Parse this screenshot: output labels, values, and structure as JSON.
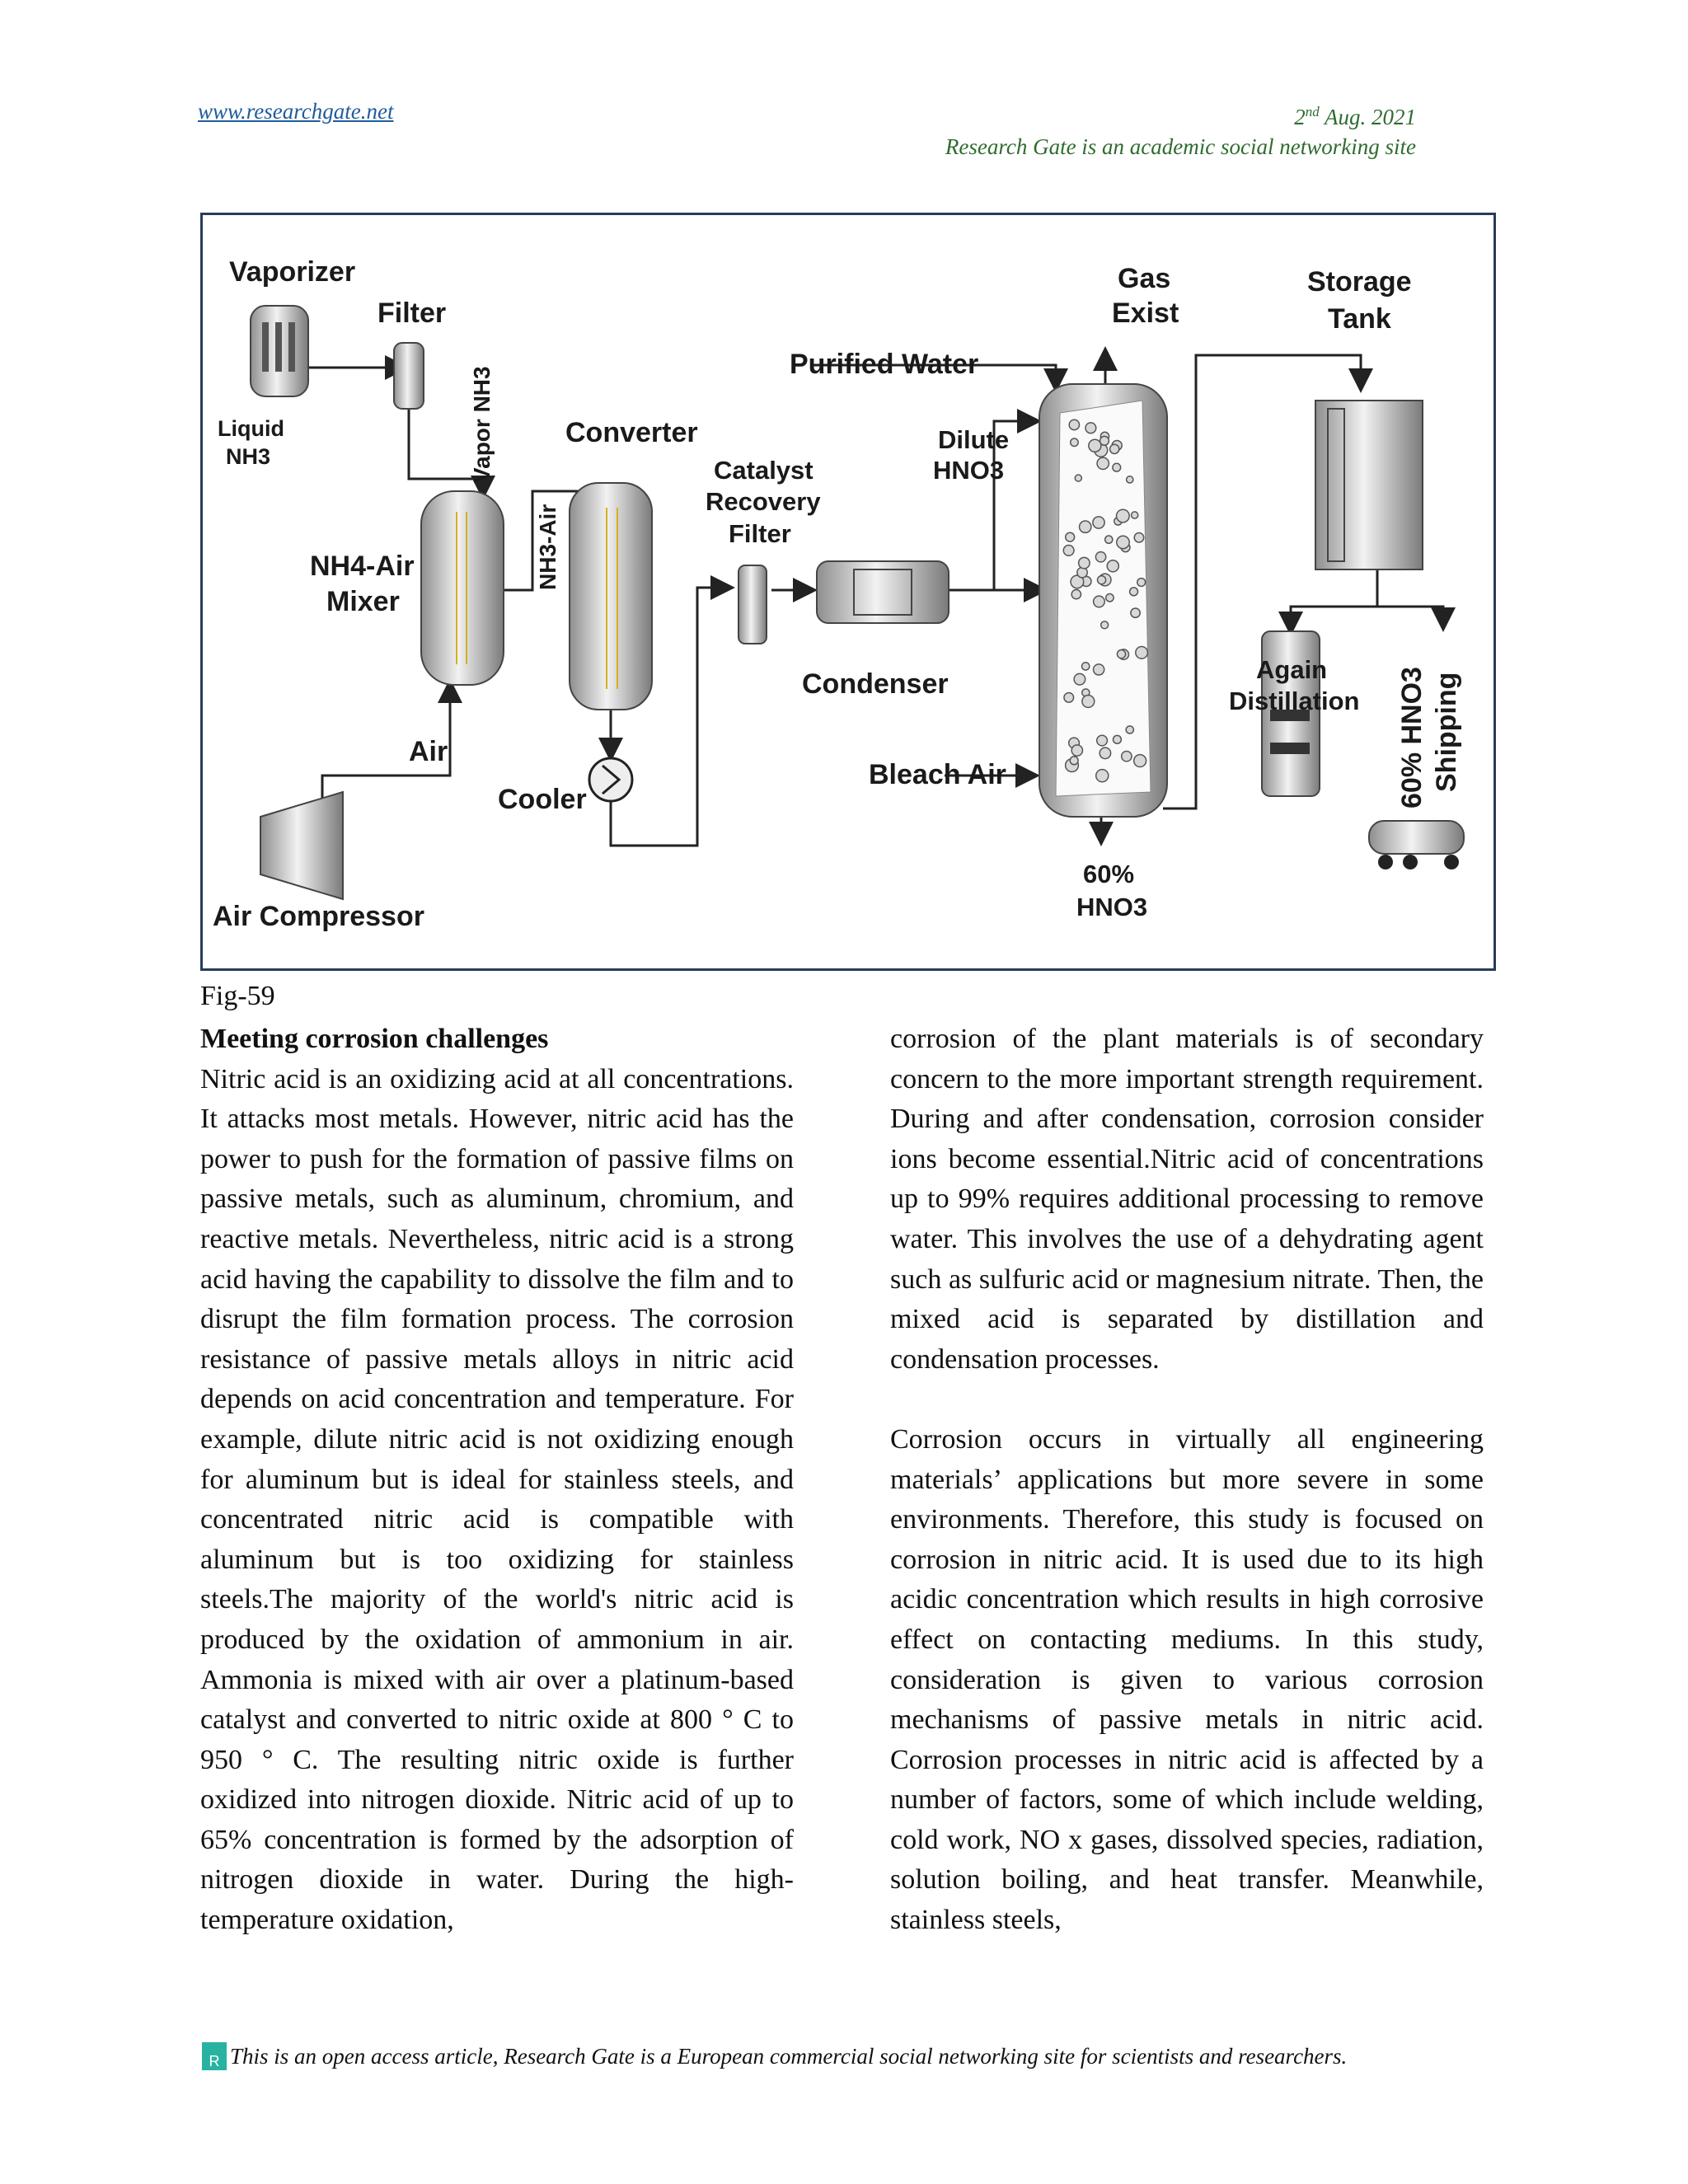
{
  "header": {
    "site": "www.researchgate.net",
    "date_day": "2",
    "date_suffix": "nd",
    "date_rest": " Aug. 2021",
    "tagline": "Research Gate is an academic social networking site"
  },
  "figure": {
    "caption": "Fig-59",
    "labels": {
      "vaporizer": "Vaporizer",
      "filter": "Filter",
      "liquid_nh3_1": "Liquid",
      "liquid_nh3_2": "NH3",
      "vapor_nh3": "Vapor NH3",
      "mixer_1": "NH4-Air",
      "mixer_2": "Mixer",
      "nh3_air": "NH3-Air",
      "converter": "Converter",
      "catalyst_1": "Catalyst",
      "catalyst_2": "Recovery",
      "catalyst_3": "Filter",
      "purified_water": "Purified Water",
      "dilute_1": "Dilute",
      "dilute_2": "HNO3",
      "gas_1": "Gas",
      "gas_2": "Exist",
      "storage_1": "Storage",
      "storage_2": "Tank",
      "condenser": "Condenser",
      "air": "Air",
      "cooler": "Cooler",
      "bleach_air": "Bleach Air",
      "again_1": "Again",
      "again_2": "Distillation",
      "shipping_1": "60% HNO3",
      "shipping_2": "Shipping",
      "product_1": "60%",
      "product_2": "HNO3",
      "air_compressor": "Air Compressor"
    }
  },
  "body": {
    "heading": "Meeting corrosion challenges",
    "left_text": "Nitric acid is an oxidizing acid at all concentrations. It attacks most metals. However, nitric acid has the power to push for the formation of passive films on passive metals, such as aluminum, chromium, and reactive metals. Nevertheless, nitric acid is a strong acid having the capability to dissolve the film and to disrupt the film formation process. The corrosion resistance of passive metals alloys in nitric acid depends on acid concentration and temperature. For example, dilute nitric acid is not oxidizing enough for aluminum but is ideal for stainless steels, and concentrated nitric acid is compatible with aluminum but is too oxidizing for stainless steels.The majority of the world's nitric acid is produced by the oxidation of ammonium in air. Ammonia is mixed with air over a platinum-based catalyst and converted to nitric oxide at 800 ° C to 950 ° C. The resulting nitric oxide is further oxidized into nitrogen dioxide. Nitric acid of up to 65% concentration is formed by the adsorption of nitrogen dioxide in water. During the high-temperature oxidation,",
    "right_text_1": "corrosion of the plant materials is of secondary concern to the more important strength requirement. During and after condensation, corrosion consider ions become essential.Nitric acid of concentrations up to 99% requires additional processing to remove water. This involves the use of a dehydrating agent such as sulfuric acid or magnesium nitrate. Then, the mixed acid is separated by distillation and condensation processes.",
    "right_text_2": "Corrosion occurs in virtually all engineering materials’ applications but more severe in some environments. Therefore, this study is focused on corrosion in nitric acid. It is used due to its high acidic concentration which results in high corrosive effect on contacting mediums. In this study, consideration is given to various corrosion mechanisms of passive metals in nitric acid. Corrosion processes in nitric acid is affected by a number of factors, some of which include welding, cold work, NO x gases, dissolved species, radiation, solution boiling, and heat transfer. Meanwhile, stainless steels,"
  },
  "footer": {
    "badge": "R",
    "text": "This is an open access article, Research Gate is a European commercial social networking site for scientists and researchers."
  }
}
